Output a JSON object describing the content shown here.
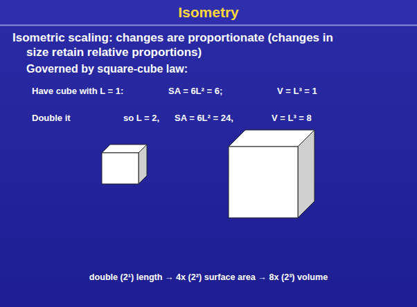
{
  "diagram": {
    "title": "Isometry",
    "labels": [
      "Isometric scaling: changes are proportionate (changes in size retain relative proportions)",
      "Governed by square-cube law:",
      "Have cube with L = 1:",
      "SA = 6L² = 6;",
      "V = L³ = 1",
      "Double it",
      "so L = 2,",
      "SA = 6L² = 24,",
      "V = L³ = 8",
      "double (2¹) length → 4x (2²) surface area → 8x (2³) volume"
    ]
  }
}
